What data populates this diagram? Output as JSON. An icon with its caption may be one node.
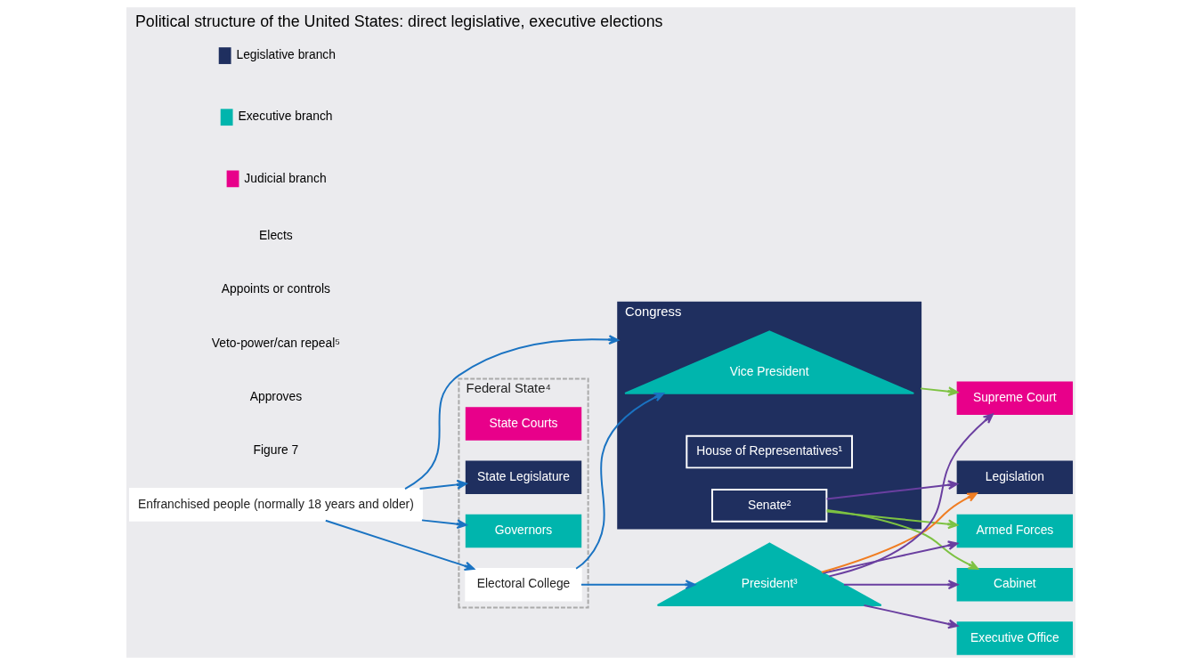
{
  "diagram": {
    "title": "Political structure of the United States: direct legislative, executive elections",
    "nodes": [
      {
        "text": [
          "Congress"
        ]
      },
      {
        "text": [
          "Vice President"
        ],
        "in": 0
      },
      {
        "text": [
          "House of Representatives¹"
        ],
        "in": 0
      },
      {
        "text": [
          "Senate²"
        ],
        "in": 0
      },
      {
        "text": [
          "Cabinet"
        ]
      },
      {
        "text": [
          "Armed Forces"
        ]
      },
      {
        "text": [
          "Executive Office"
        ]
      },
      {
        "text": [
          "Legislation"
        ]
      },
      {
        "text": [
          "President³"
        ]
      },
      {
        "text": [
          "Supreme Court"
        ]
      },
      {
        "text": [
          "Federal State⁴"
        ]
      },
      {
        "text": [
          "State Courts"
        ],
        "in": 10
      },
      {
        "text": [
          "Electoral College"
        ],
        "in": 10
      },
      {
        "text": [
          "State Legislature"
        ],
        "in": 10
      },
      {
        "text": [
          "Governors"
        ],
        "in": 10
      },
      {
        "text": [
          "Enfranchised people (normally 18 years and older)"
        ]
      }
    ],
    "edges": [
      {
        "from": 0,
        "to": 9,
        "arrow": "to",
        "color": "#7dc242"
      },
      {
        "from": 12,
        "to": 1,
        "arrow": "to",
        "color": "#1a73c2"
      },
      {
        "from": 3,
        "to": 4,
        "arrow": "to",
        "color": "#7dc242"
      },
      {
        "from": 3,
        "to": 5,
        "arrow": "to",
        "color": "#7dc242"
      },
      {
        "from": 8,
        "to": 4,
        "arrow": "to",
        "color": "#6a3fa0"
      },
      {
        "from": 8,
        "to": 5,
        "arrow": "to",
        "color": "#6a3fa0"
      },
      {
        "from": 8,
        "to": 6,
        "arrow": "to",
        "color": "#6a3fa0"
      },
      {
        "from": 8,
        "to": 9,
        "arrow": "to",
        "color": "#6a3fa0"
      },
      {
        "from": 3,
        "to": 7,
        "arrow": "to",
        "color": "#6a3fa0"
      },
      {
        "from": 8,
        "to": 7,
        "arrow": "to",
        "color": "#f07d22"
      },
      {
        "from": 12,
        "to": 8,
        "arrow": "to",
        "color": "#1a73c2"
      },
      {
        "from": 15,
        "to": 0,
        "arrow": "to",
        "color": "#1a73c2"
      },
      {
        "from": 15,
        "to": 12,
        "arrow": "to",
        "color": "#1a73c2"
      },
      {
        "from": 15,
        "to": 13,
        "arrow": "to",
        "color": "#1a73c2"
      },
      {
        "from": 15,
        "to": 14,
        "arrow": "to",
        "color": "#1a73c2"
      }
    ],
    "labels": [
      "Figure 7"
    ],
    "legend": [
      {
        "text": "Legislative branch",
        "color": "#1f2f5f"
      },
      {
        "text": "Executive branch",
        "color": "#00b5ad"
      },
      {
        "text": "Judicial branch",
        "color": "#e8008a"
      },
      {
        "text": "Elects"
      },
      {
        "text": "Appoints or controls"
      },
      {
        "text": "Veto-power/can repeal⁵"
      },
      {
        "text": "Approves"
      }
    ]
  }
}
